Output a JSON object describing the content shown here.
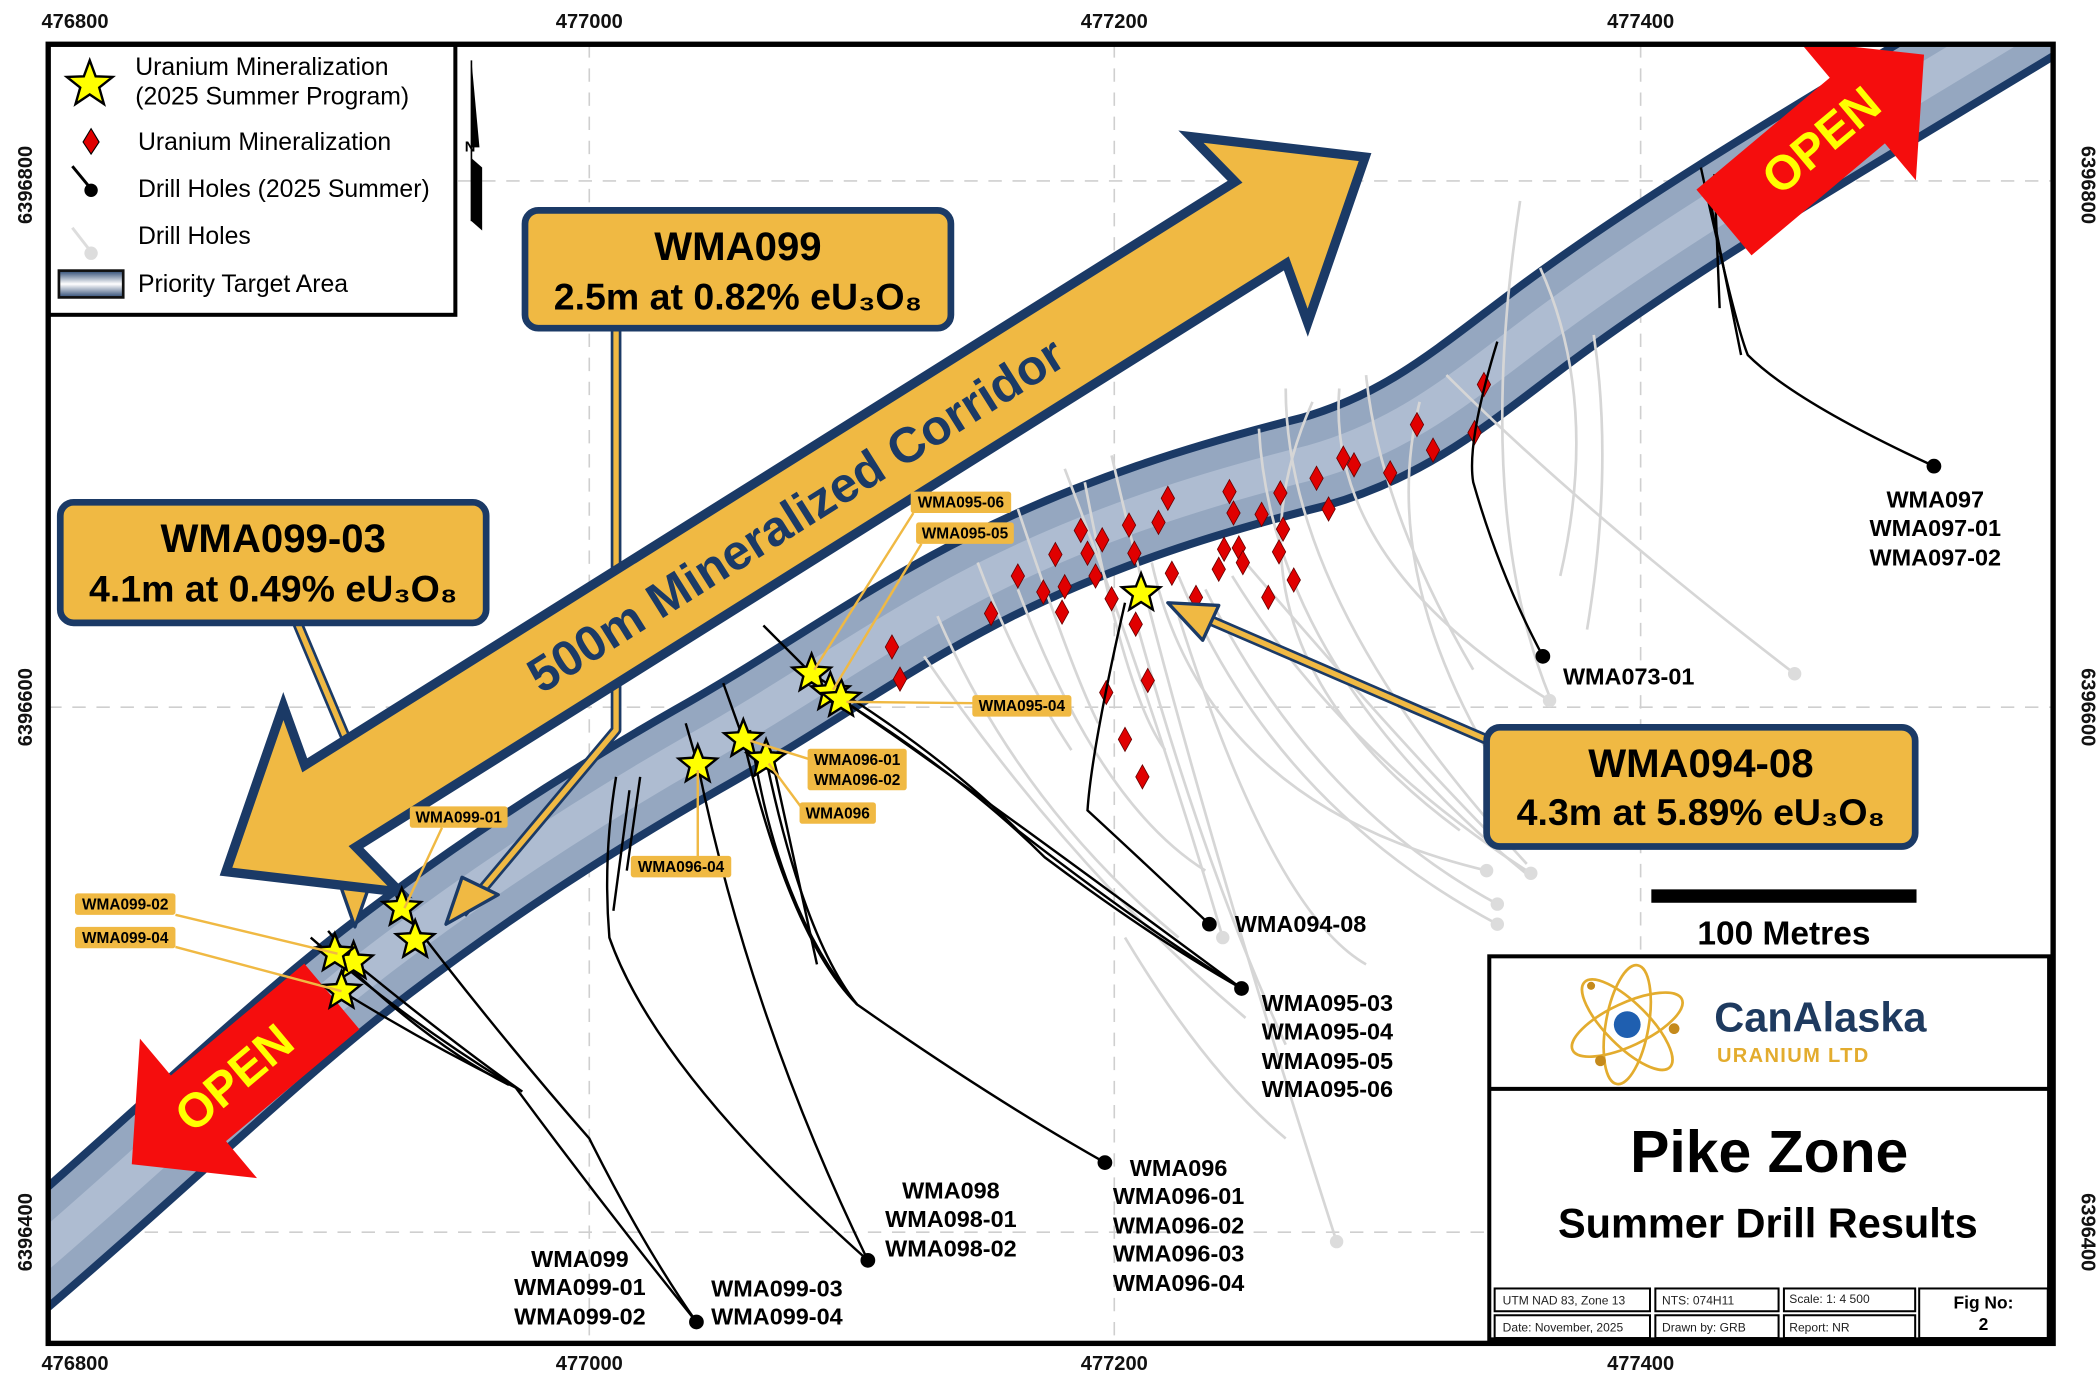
{
  "axes": {
    "x_ticks": [
      "476800",
      "477000",
      "477200",
      "477400"
    ],
    "y_ticks": [
      "6396800",
      "6396600",
      "6396400"
    ]
  },
  "legend": {
    "items": [
      {
        "icon": "yellow-star-icon",
        "label_line1": "Uranium Mineralization",
        "label_line2": "(2025 Summer Program)"
      },
      {
        "icon": "red-diamond-icon",
        "label": "Uranium Mineralization"
      },
      {
        "icon": "black-drill-hole-icon",
        "label": "Drill Holes (2025 Summer)"
      },
      {
        "icon": "grey-drill-hole-icon",
        "label": "Drill Holes"
      },
      {
        "icon": "priority-target-swatch-icon",
        "label": "Priority Target Area"
      }
    ]
  },
  "north_arrow": {
    "label": "N"
  },
  "corridor": {
    "label": "500m Mineralized Corridor"
  },
  "open_labels": [
    "OPEN",
    "OPEN"
  ],
  "callouts": [
    {
      "hole": "WMA099",
      "result": "2.5m at 0.82% eU₃O₈"
    },
    {
      "hole": "WMA099-03",
      "result": "4.1m at 0.49% eU₃O₈"
    },
    {
      "hole": "WMA094-08",
      "result": "4.3m at 5.89% eU₃O₈"
    }
  ],
  "tags": {
    "wma095_06": "WMA095-06",
    "wma095_05": "WMA095-05",
    "wma095_04": "WMA095-04",
    "wma096_01": "WMA096-01",
    "wma096_02": "WMA096-02",
    "wma096": "WMA096",
    "wma096_04": "WMA096-04",
    "wma099_01": "WMA099-01",
    "wma099_02": "WMA099-02",
    "wma099_04": "WMA099-04"
  },
  "hole_labels": {
    "wma097": [
      "WMA097",
      "WMA097-01",
      "WMA097-02"
    ],
    "wma073": [
      "WMA073-01"
    ],
    "wma094": [
      "WMA094-08"
    ],
    "wma095": [
      "WMA095-03",
      "WMA095-04",
      "WMA095-05",
      "WMA095-06"
    ],
    "wma096": [
      "WMA096",
      "WMA096-01",
      "WMA096-02",
      "WMA096-03",
      "WMA096-04"
    ],
    "wma098": [
      "WMA098",
      "WMA098-01",
      "WMA098-02"
    ],
    "wma099": [
      "WMA099",
      "WMA099-01",
      "WMA099-02"
    ],
    "wma099b": [
      "WMA099-03",
      "WMA099-04"
    ]
  },
  "scale_bar": {
    "label": "100 Metres"
  },
  "title_block": {
    "company": "CanAlaska",
    "company_sub": "URANIUM LTD",
    "title": "Pike Zone",
    "subtitle": "Summer Drill Results",
    "projection": "UTM NAD 83, Zone 13",
    "nts": "NTS: 074H11",
    "scale": "Scale: 1: 4 500",
    "date": "Date: November, 2025",
    "drawn_by": "Drawn by: GRB",
    "report": "Report: NR",
    "fig_label": "Fig No:",
    "fig_no": "2"
  },
  "colors": {
    "callout_fill": "#f0b943",
    "navy": "#1b3a66",
    "band_fill": "#a3b3c9",
    "open_red": "#f50d0d",
    "star": "#ffff00",
    "diamond": "#e00000"
  }
}
